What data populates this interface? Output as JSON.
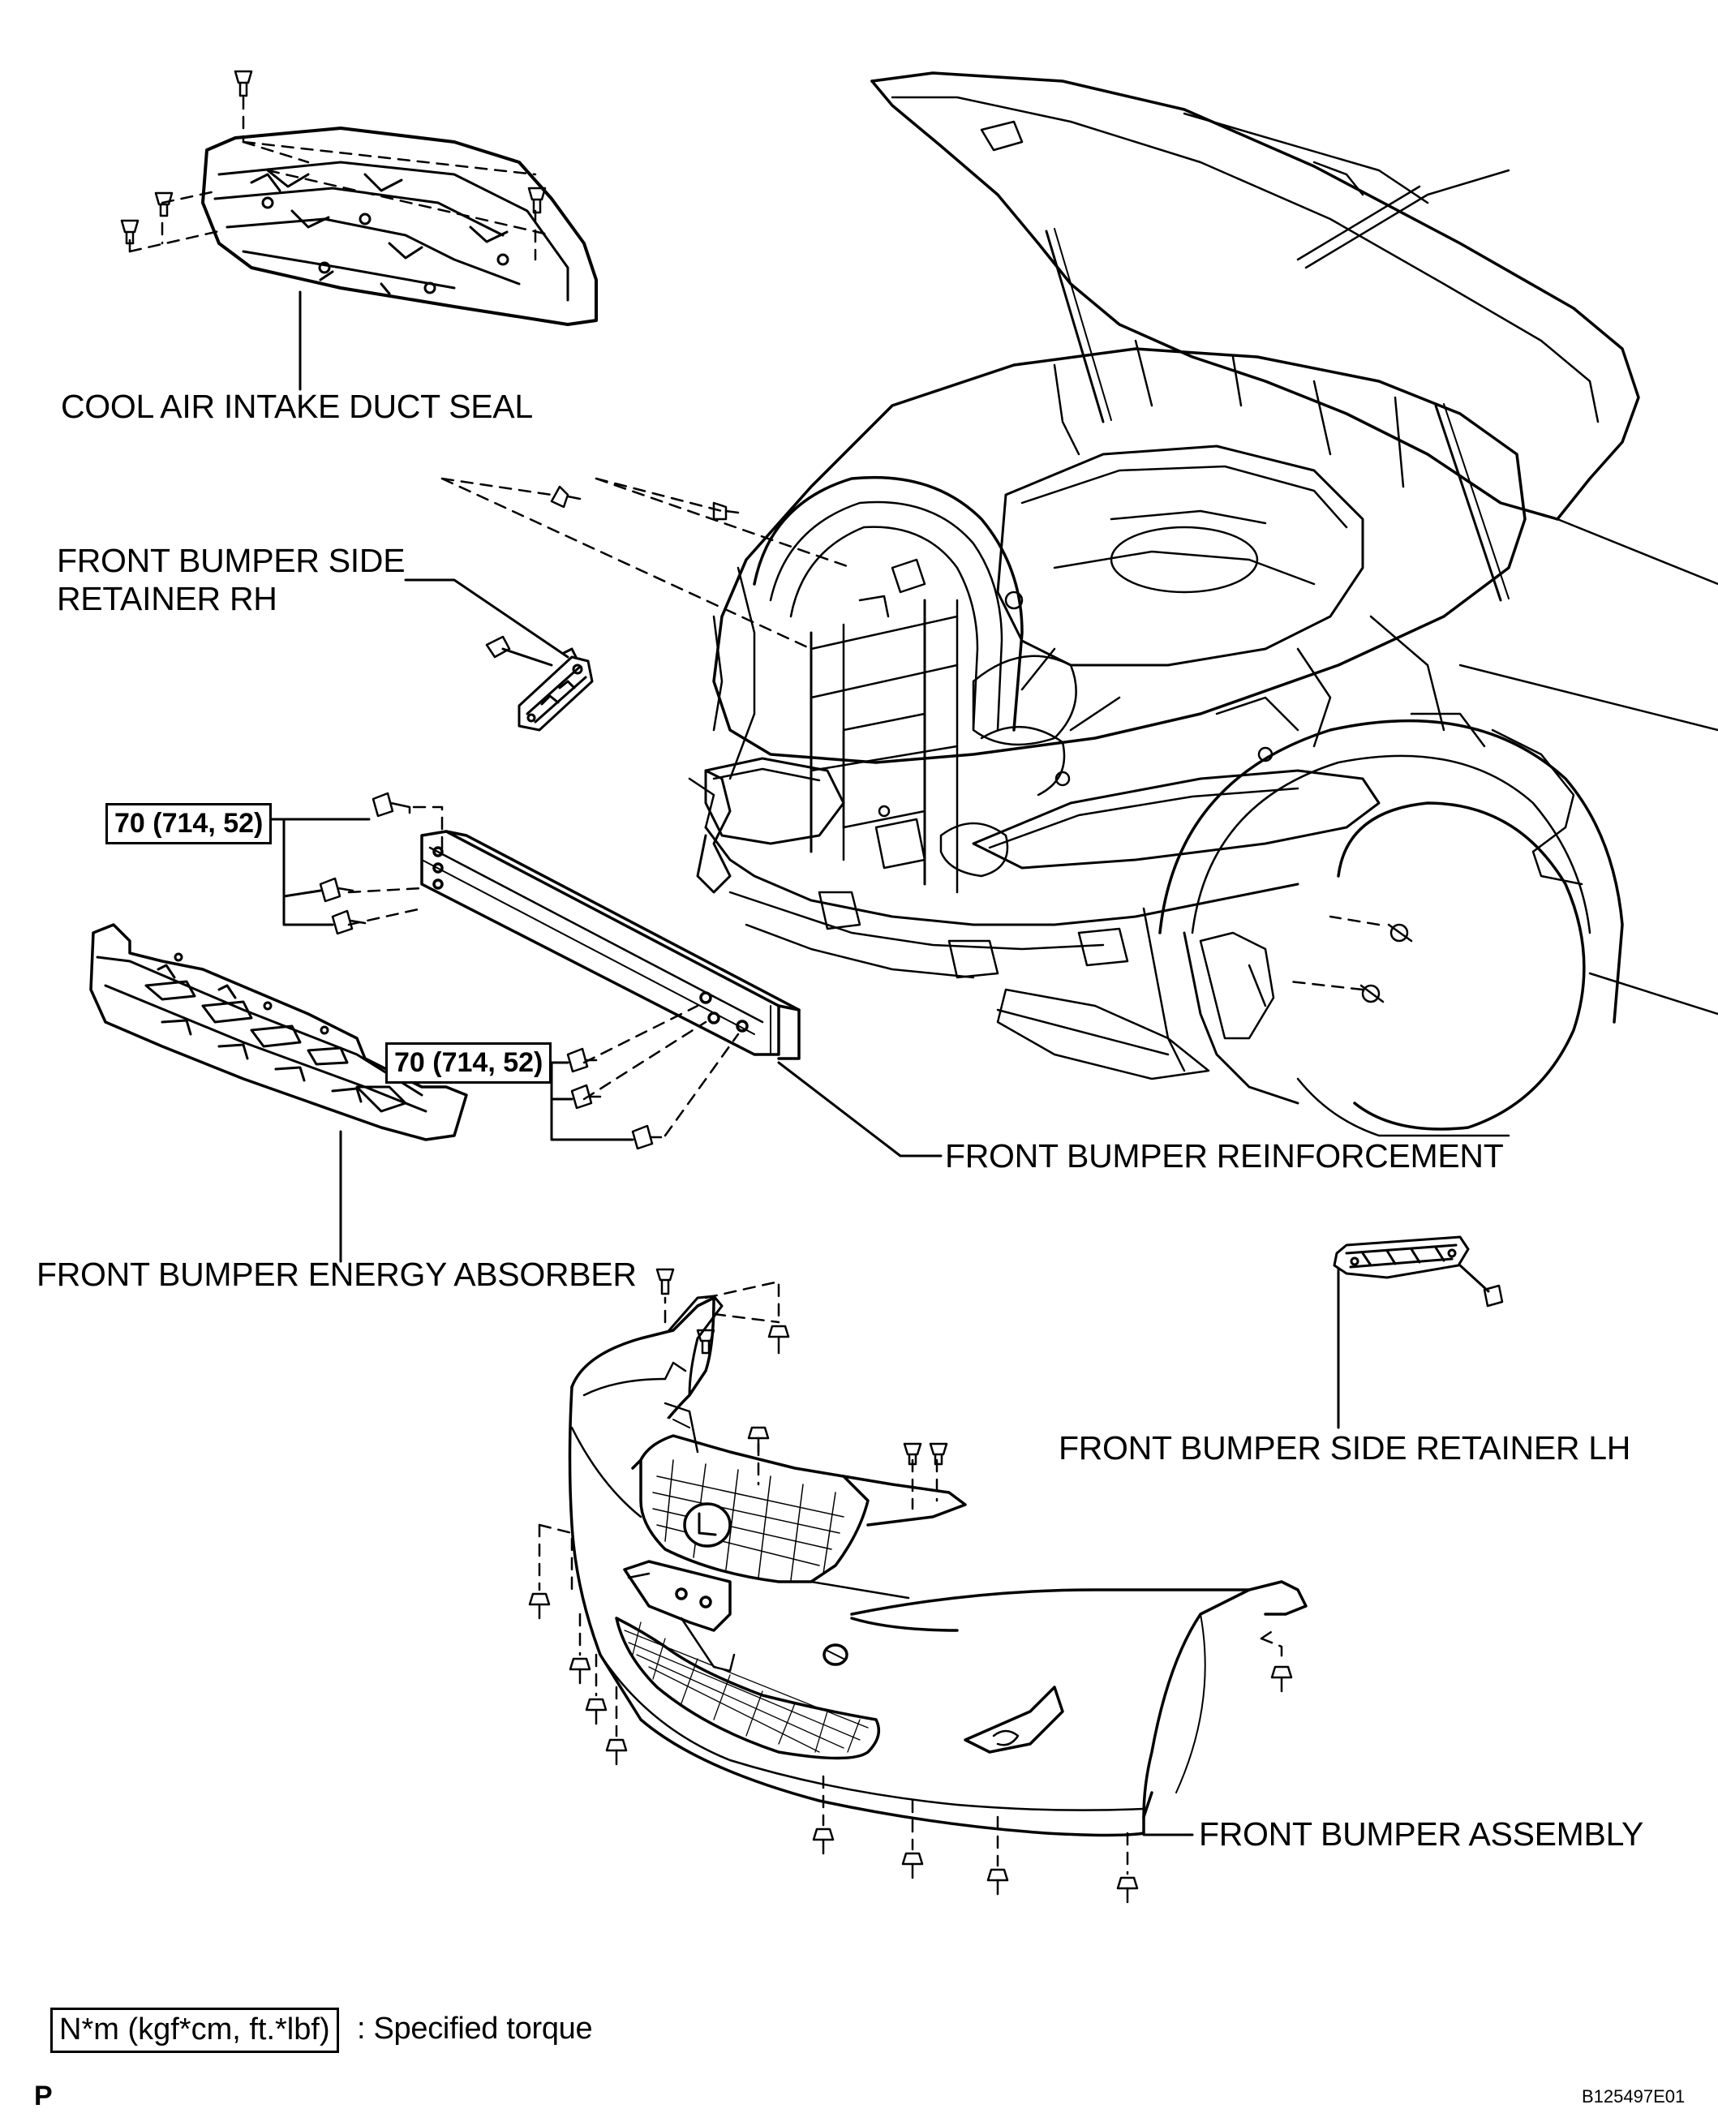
{
  "labels": {
    "cool_air_intake_duct_seal": "COOL AIR INTAKE DUCT SEAL",
    "side_retainer_rh_line1": "FRONT BUMPER SIDE",
    "side_retainer_rh_line2": "RETAINER RH",
    "reinforcement": "FRONT BUMPER REINFORCEMENT",
    "energy_absorber": "FRONT BUMPER ENERGY ABSORBER",
    "side_retainer_lh": "FRONT BUMPER SIDE RETAINER LH",
    "bumper_assembly": "FRONT BUMPER ASSEMBLY"
  },
  "torque": {
    "upper": "70 (714, 52)",
    "lower": "70 (714, 52)"
  },
  "legend": {
    "box": "N*m (kgf*cm, ft.*lbf)",
    "text": ": Specified torque"
  },
  "footer": {
    "page_mark": "P",
    "figure_code": "B125497E01"
  },
  "colors": {
    "line": "#000000",
    "background": "#ffffff"
  }
}
